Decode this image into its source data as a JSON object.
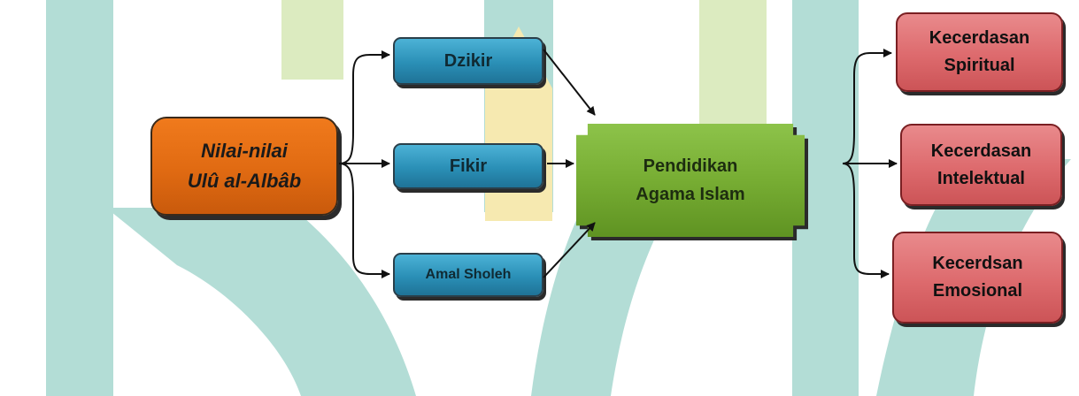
{
  "diagram": {
    "source": {
      "line1": "Nilai-nilai",
      "line2": "Ulû al-Albâb"
    },
    "middle": [
      {
        "label": "Dzikir"
      },
      {
        "label": "Fikir"
      },
      {
        "label": "Amal Sholeh"
      }
    ],
    "center": {
      "line1": "Pendidikan",
      "line2": "Agama Islam"
    },
    "outputs": [
      {
        "line1": "Kecerdasan",
        "line2": "Spiritual"
      },
      {
        "line1": "Kecerdasan",
        "line2": "Intelektual"
      },
      {
        "line1": "Kecerdsan",
        "line2": "Emosional"
      }
    ]
  },
  "colors": {
    "source_fill": "#e8701a",
    "middle_fill": "#2f93bb",
    "center_fill": "#79ae36",
    "output_fill": "#de6b6e",
    "watermark_teal": "#b3ddd6",
    "watermark_green": "#dcebc0",
    "watermark_yellow": "#f6e9b0"
  }
}
